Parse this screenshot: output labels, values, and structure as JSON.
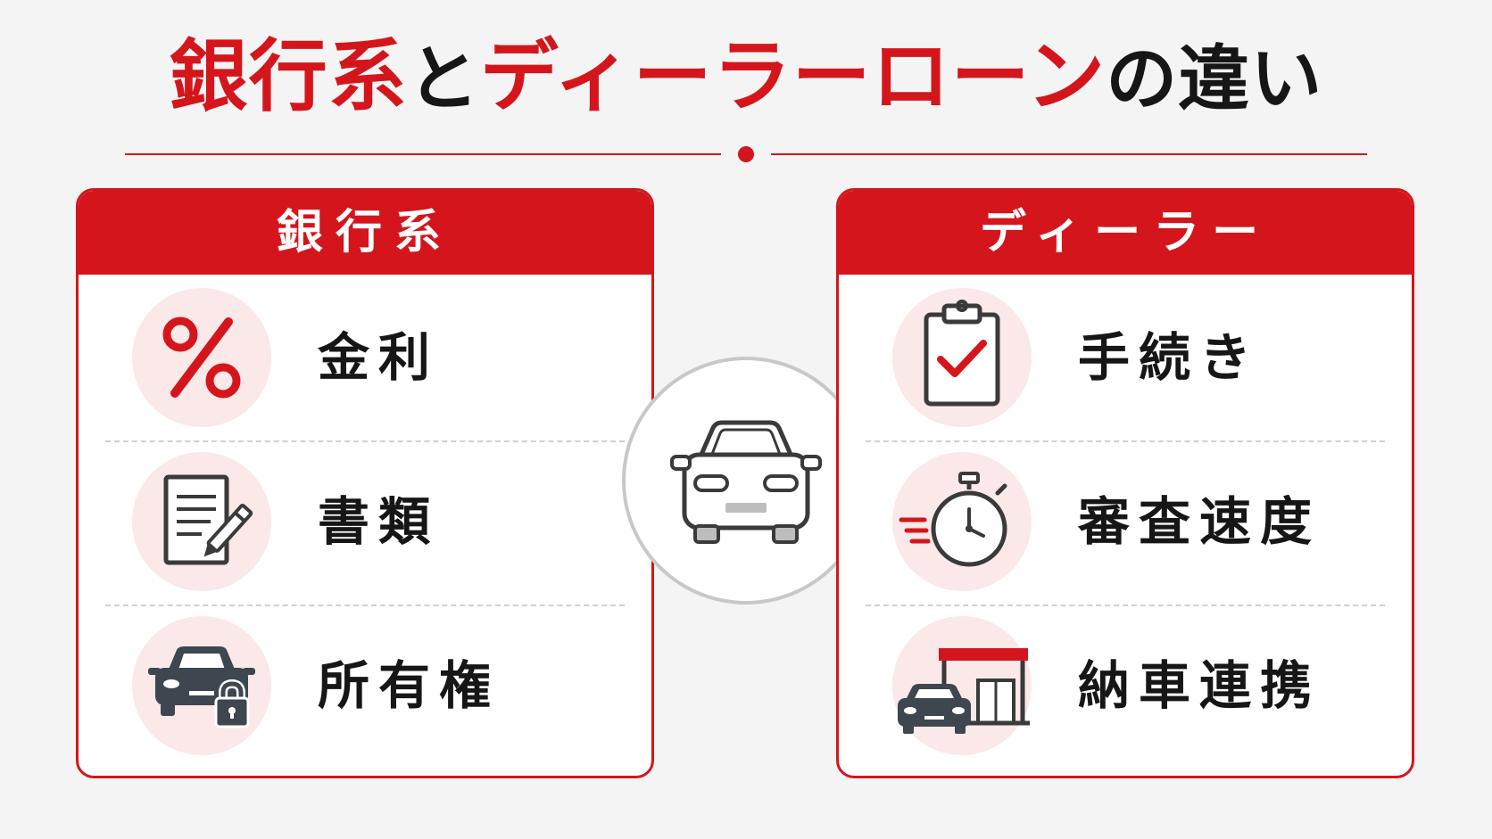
{
  "title": {
    "part1": "銀行系",
    "part2": "と",
    "part3": "ディーラーローン",
    "part4": "の違い"
  },
  "left_panel": {
    "header": "銀行系",
    "items": [
      {
        "label": "金利",
        "icon": "percent-icon"
      },
      {
        "label": "書類",
        "icon": "document-pen-icon"
      },
      {
        "label": "所有権",
        "icon": "car-lock-icon"
      }
    ]
  },
  "right_panel": {
    "header": "ディーラー",
    "items": [
      {
        "label": "手続き",
        "icon": "clipboard-check-icon"
      },
      {
        "label": "審査速度",
        "icon": "stopwatch-icon"
      },
      {
        "label": "納車連携",
        "icon": "car-dealership-icon"
      }
    ]
  },
  "center_icon": "car-front-icon",
  "colors": {
    "accent": "#d4161c",
    "text": "#161616",
    "icon_bg": "#fbe8e8",
    "icon_stroke": "#3a3a3a",
    "background": "#f4f4f4"
  }
}
